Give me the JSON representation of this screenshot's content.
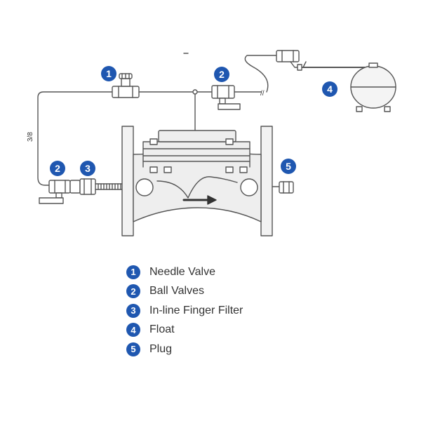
{
  "colors": {
    "badge": "#1f57b0",
    "line": "#555555",
    "body_fill": "#e9e9e9",
    "text": "#333333"
  },
  "callouts": [
    "1",
    "2",
    "2",
    "3",
    "4",
    "5"
  ],
  "pipe_marks": {
    "tube_size": "3/8",
    "break_mark": "//"
  },
  "legend": [
    {
      "number": "1",
      "label": "Needle Valve"
    },
    {
      "number": "2",
      "label": "Ball Valves"
    },
    {
      "number": "3",
      "label": "In-line Finger Filter"
    },
    {
      "number": "4",
      "label": "Float"
    },
    {
      "number": "5",
      "label": "Plug"
    }
  ]
}
